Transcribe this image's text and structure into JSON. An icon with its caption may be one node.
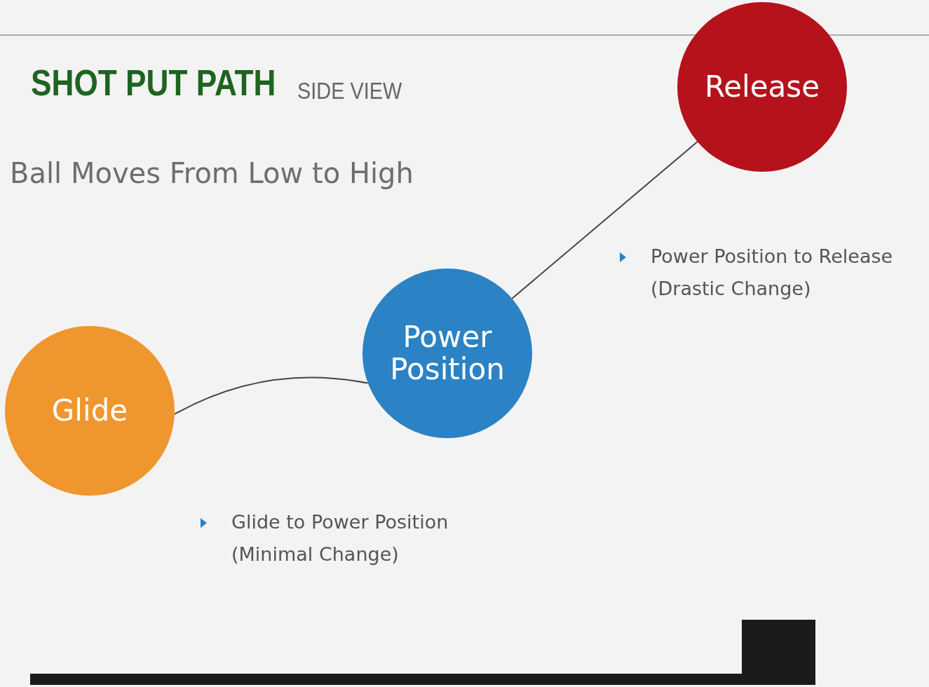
{
  "diagram": {
    "title": "SHOT PUT PATH",
    "nodes": [
      {
        "text": [
          "Glide"
        ]
      },
      {
        "text": [
          "Power Position"
        ]
      },
      {
        "text": [
          "Release"
        ]
      }
    ],
    "edges": [
      {
        "from": 0,
        "to": 1,
        "arrow": "none"
      },
      {
        "from": 1,
        "to": 2,
        "arrow": "none"
      }
    ],
    "labels": [
      "SIDE VIEW",
      "Ball Moves From Low to High",
      "Power Position to Release (Drastic Change)",
      "Glide to Power Position (Minimal Change)"
    ]
  }
}
